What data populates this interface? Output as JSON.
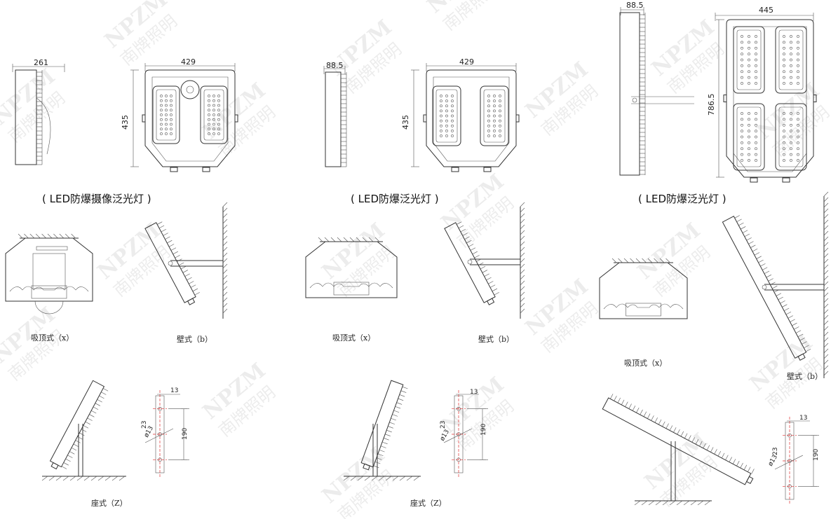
{
  "watermark": {
    "brand": "NPZM",
    "name": "南牌照明"
  },
  "products": [
    {
      "caption": "( LED防爆摄像泛光灯 )",
      "side_width": "261",
      "front_width": "429",
      "front_height": "435",
      "mount_ceiling": "吸顶式（x）",
      "mount_wall": "壁式（b）",
      "mount_seat": "座式（Z）",
      "bracket": {
        "thickness": "13",
        "spacing": "190",
        "hole": "ø13",
        "offset": "23"
      }
    },
    {
      "caption": "( LED防爆泛光灯 )",
      "side_width": "88.5",
      "front_width": "429",
      "front_height": "435",
      "mount_ceiling": "吸顶式（x）",
      "mount_wall": "壁式（b）",
      "mount_seat": "座式（Z）",
      "bracket": {
        "thickness": "13",
        "spacing": "190",
        "hole": "ø13",
        "offset": "23"
      }
    },
    {
      "caption": "( LED防爆泛光灯 )",
      "side_width": "88.5",
      "front_width": "445",
      "front_height": "786.5",
      "mount_ceiling": "吸顶式（x）",
      "mount_wall": "壁式（b）",
      "bracket": {
        "thickness": "13",
        "spacing": "190",
        "hole": "ø13",
        "offset": "23"
      }
    }
  ]
}
